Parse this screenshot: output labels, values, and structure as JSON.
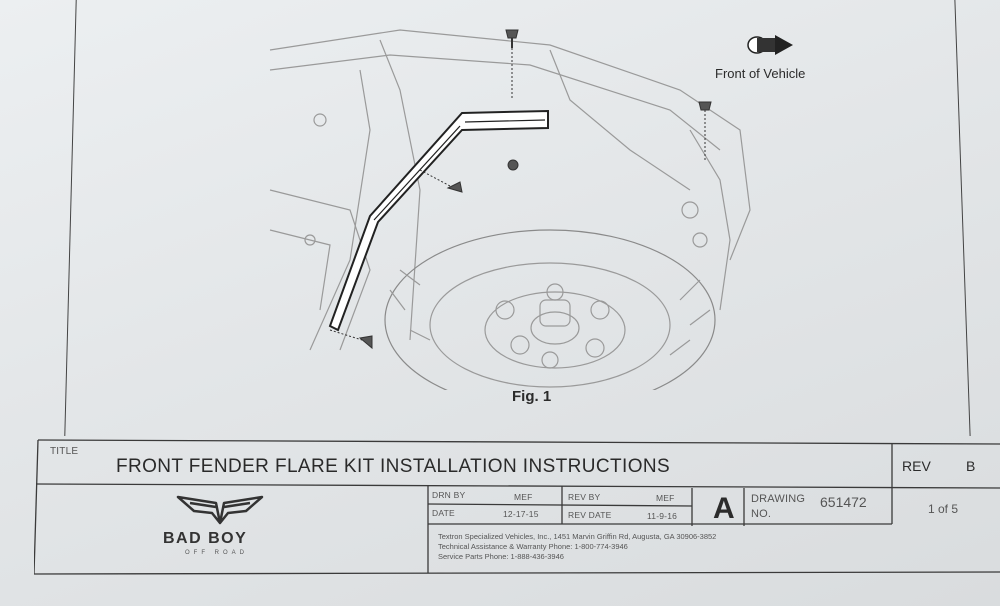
{
  "figure": {
    "direction_label": "Front of Vehicle",
    "caption": "Fig. 1"
  },
  "title_block": {
    "title_label": "TITLE",
    "title": "FRONT FENDER FLARE KIT INSTALLATION INSTRUCTIONS",
    "rev_label": "REV",
    "rev_value": "B",
    "logo_name": "BAD BOY",
    "logo_sub": "OFF ROAD",
    "drn_by_label": "DRN BY",
    "drn_by_value": "MEF",
    "date_label": "DATE",
    "date_value": "12-17-15",
    "rev_by_label": "REV BY",
    "rev_by_value": "MEF",
    "rev_date_label": "REV DATE",
    "rev_date_value": "11-9-16",
    "size": "A",
    "drawing_label_1": "DRAWING",
    "drawing_label_2": "NO.",
    "drawing_no": "651472",
    "sheet": "1 of 5",
    "company_line": "Textron Specialized Vehicles, Inc., 1451 Marvin Griffin Rd, Augusta, GA 30906-3852",
    "assistance_line": "Technical Assistance & Warranty Phone: 1-800-774-3946",
    "parts_line": "Service Parts Phone: 1-888-436-3946"
  }
}
